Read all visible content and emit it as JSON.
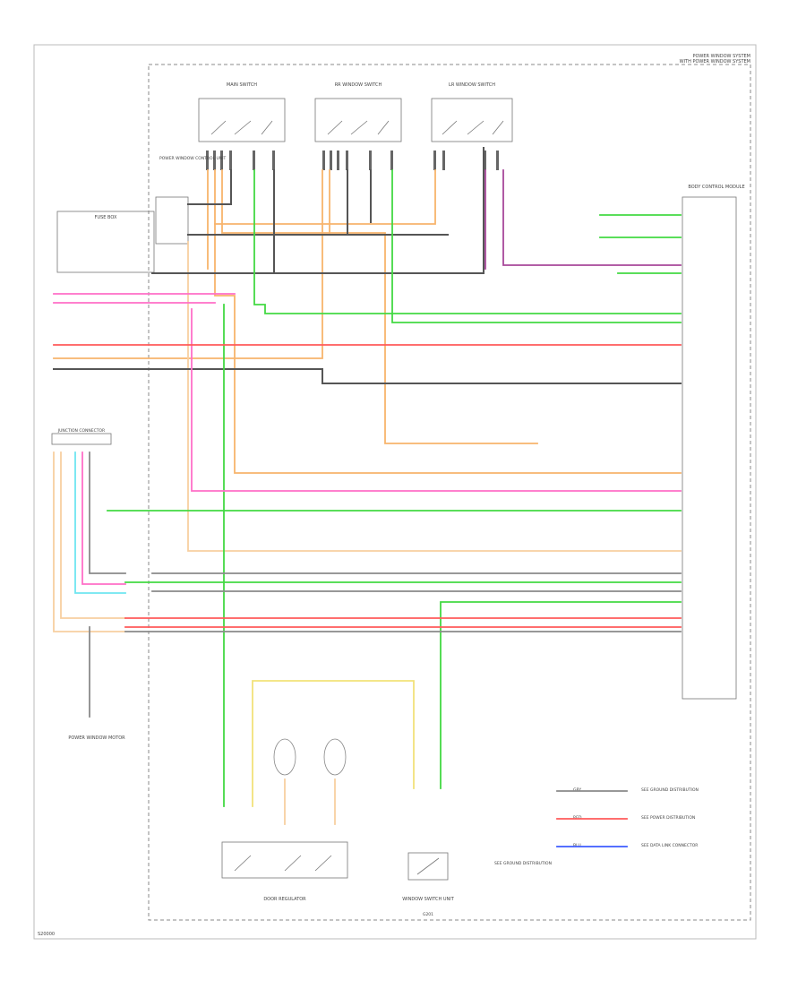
{
  "page": {
    "footer_code": "S20000"
  },
  "header": {
    "line1": "POWER WINDOW SYSTEM",
    "line2": "WITH POWER WINDOW SYSTEM"
  },
  "switches": [
    {
      "label": "MAIN SWITCH"
    },
    {
      "label": "RR WINDOW SWITCH"
    },
    {
      "label": "LR WINDOW SWITCH"
    }
  ],
  "left_components": {
    "fuse_box": "FUSE BOX",
    "control_unit": "POWER WINDOW CONTROL UNIT",
    "junction": "JUNCTION CONNECTOR",
    "motor_unit": "POWER WINDOW MOTOR"
  },
  "right_module": {
    "title": "BODY CONTROL MODULE"
  },
  "bottom_labels": {
    "regulator": "DOOR REGULATOR",
    "switch_unit": "WINDOW SWITCH UNIT",
    "note": "SEE GROUND DISTRIBUTION",
    "ground": "G201"
  },
  "legend": [
    {
      "wire": "GRY",
      "text": "SEE GROUND DISTRIBUTION"
    },
    {
      "wire": "RED",
      "text": "SEE POWER DISTRIBUTION"
    },
    {
      "wire": "BLU",
      "text": "SEE DATA LINK CONNECTOR"
    }
  ],
  "colors": {
    "orange": "#f8b46c",
    "green": "#43d943",
    "pink": "#ff6fc8",
    "red": "#ff5a5a",
    "gray": "#8a8a8a",
    "dark": "#555555",
    "yellow": "#f2e27a",
    "cyan": "#6fe6f0",
    "purple": "#a8489a",
    "light_orange": "#f7cfa0",
    "blue": "#3d5bff"
  }
}
